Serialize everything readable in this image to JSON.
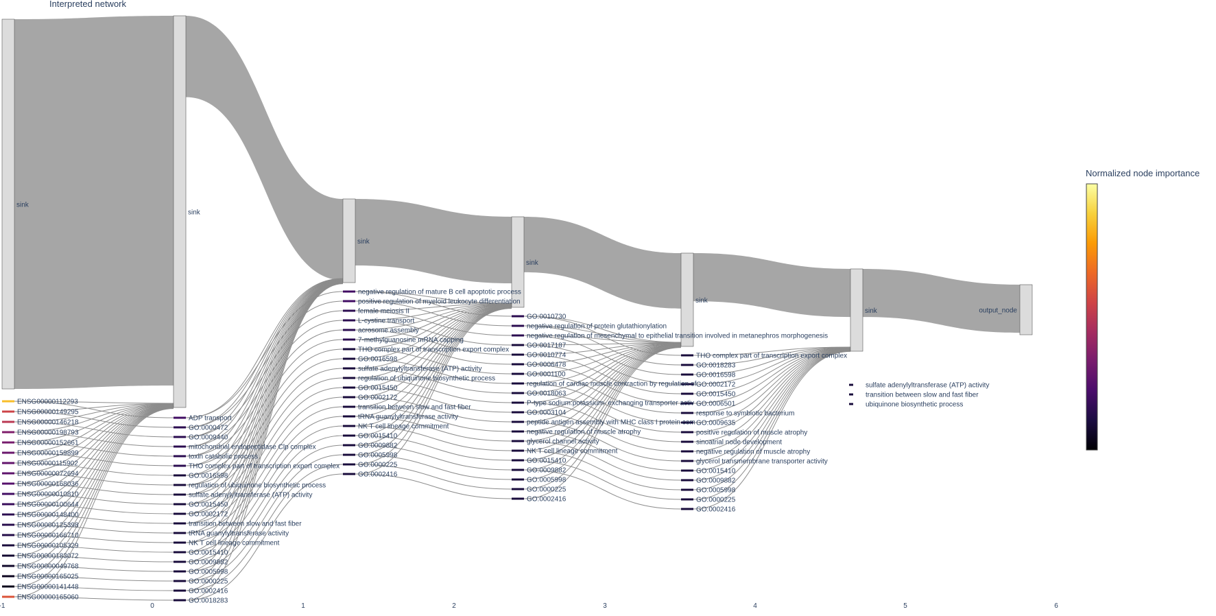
{
  "chart_data": {
    "type": "sankey",
    "title": "Interpreted network",
    "x_ticks": [
      "-1",
      "0",
      "1",
      "2",
      "3",
      "4",
      "5",
      "6"
    ],
    "colorbar": {
      "title": "Normalized node importance",
      "colors": [
        "#000004",
        "#1b0c41",
        "#4a0c6b",
        "#781c6d",
        "#a52c60",
        "#cf4446",
        "#ed6925",
        "#fb9b06",
        "#f7d13d",
        "#fcffa4"
      ]
    },
    "sink_nodes": [
      {
        "id": "sink_-1",
        "label": "sink",
        "layer": -1
      },
      {
        "id": "sink_0",
        "label": "sink",
        "layer": 0
      },
      {
        "id": "sink_1",
        "label": "sink",
        "layer": 1
      },
      {
        "id": "sink_2",
        "label": "sink",
        "layer": 2
      },
      {
        "id": "sink_3",
        "label": "sink",
        "layer": 3
      },
      {
        "id": "sink_4",
        "label": "sink",
        "layer": 4
      }
    ],
    "output_node": {
      "label": "output_node",
      "layer": 5
    },
    "sink_flow": [
      {
        "from": -1,
        "to": 0,
        "weight": 1.0
      },
      {
        "from": 0,
        "to": 1,
        "weight": 0.22
      },
      {
        "from": 1,
        "to": 2,
        "weight": 0.18
      },
      {
        "from": 2,
        "to": 3,
        "weight": 0.15
      },
      {
        "from": 3,
        "to": 4,
        "weight": 0.13
      },
      {
        "from": 4,
        "to": 5,
        "weight": 0.13
      }
    ],
    "layers": [
      {
        "layer": -1,
        "nodes": [
          {
            "label": "ENSG00000112293",
            "importance": 0.85
          },
          {
            "label": "ENSG00000149295",
            "importance": 0.55
          },
          {
            "label": "ENSG00000146218",
            "importance": 0.5
          },
          {
            "label": "ENSG00000198793",
            "importance": 0.35
          },
          {
            "label": "ENSG00000152661",
            "importance": 0.33
          },
          {
            "label": "ENSG00000159899",
            "importance": 0.3
          },
          {
            "label": "ENSG00000115902",
            "importance": 0.28
          },
          {
            "label": "ENSG00000072694",
            "importance": 0.27
          },
          {
            "label": "ENSG00000168036",
            "importance": 0.25
          },
          {
            "label": "ENSG00000010810",
            "importance": 0.2
          },
          {
            "label": "ENSG00000100644",
            "importance": 0.18
          },
          {
            "label": "ENSG00000148400",
            "importance": 0.15
          },
          {
            "label": "ENSG00000125398",
            "importance": 0.14
          },
          {
            "label": "ENSG00000166710",
            "importance": 0.13
          },
          {
            "label": "ENSG00000105329",
            "importance": 0.1
          },
          {
            "label": "ENSG00000183072",
            "importance": 0.08
          },
          {
            "label": "ENSG00000049768",
            "importance": 0.07
          },
          {
            "label": "ENSG00000165025",
            "importance": 0.05
          },
          {
            "label": "ENSG00000141448",
            "importance": 0.04
          },
          {
            "label": "ENSG00000165060",
            "importance": 0.6
          }
        ]
      },
      {
        "layer": 0,
        "nodes": [
          {
            "label": "ADP transport",
            "importance": 0.2
          },
          {
            "label": "GO:0000472",
            "importance": 0.15
          },
          {
            "label": "GO:0009440",
            "importance": 0.15
          },
          {
            "label": "mitochondrial endopeptidase Clp complex",
            "importance": 0.15
          },
          {
            "label": "toxin catabolic process",
            "importance": 0.15
          },
          {
            "label": "THO complex part of transcription export complex",
            "importance": 0.15
          },
          {
            "label": "GO:0016598",
            "importance": 0.1
          },
          {
            "label": "regulation of ubiquinone biosynthetic process",
            "importance": 0.1
          },
          {
            "label": "sulfate adenylyltransferase (ATP) activity",
            "importance": 0.1
          },
          {
            "label": "GO:0015450",
            "importance": 0.1
          },
          {
            "label": "GO:0002172",
            "importance": 0.1
          },
          {
            "label": "transition between slow and fast fiber",
            "importance": 0.1
          },
          {
            "label": "tRNA guanylyltransferase activity",
            "importance": 0.1
          },
          {
            "label": "NK T cell lineage commitment",
            "importance": 0.1
          },
          {
            "label": "GO:0015410",
            "importance": 0.1
          },
          {
            "label": "GO:0009882",
            "importance": 0.1
          },
          {
            "label": "GO:0005998",
            "importance": 0.1
          },
          {
            "label": "GO:0000225",
            "importance": 0.1
          },
          {
            "label": "GO:0002416",
            "importance": 0.1
          },
          {
            "label": "GO:0018283",
            "importance": 0.1
          }
        ]
      },
      {
        "layer": 1,
        "nodes": [
          {
            "label": "negative regulation of mature B cell apoptotic process",
            "importance": 0.2
          },
          {
            "label": "positive regulation of myeloid leukocyte differentiation",
            "importance": 0.2
          },
          {
            "label": "female meiosis II",
            "importance": 0.15
          },
          {
            "label": "L-cystine transport",
            "importance": 0.15
          },
          {
            "label": "acrosome assembly",
            "importance": 0.15
          },
          {
            "label": "7-methylguanosine mRNA capping",
            "importance": 0.15
          },
          {
            "label": "THO complex part of transcription export complex",
            "importance": 0.1
          },
          {
            "label": "GO:0016598",
            "importance": 0.1
          },
          {
            "label": "sulfate adenylyltransferase (ATP) activity",
            "importance": 0.1
          },
          {
            "label": "regulation of ubiquinone biosynthetic process",
            "importance": 0.1
          },
          {
            "label": "GO:0015450",
            "importance": 0.1
          },
          {
            "label": "GO:0002172",
            "importance": 0.1
          },
          {
            "label": "transition between slow and fast fiber",
            "importance": 0.1
          },
          {
            "label": "tRNA guanylyltransferase activity",
            "importance": 0.1
          },
          {
            "label": "NK T cell lineage commitment",
            "importance": 0.1
          },
          {
            "label": "GO:0015410",
            "importance": 0.1
          },
          {
            "label": "GO:0009882",
            "importance": 0.1
          },
          {
            "label": "GO:0005998",
            "importance": 0.1
          },
          {
            "label": "GO:0000225",
            "importance": 0.1
          },
          {
            "label": "GO:0002416",
            "importance": 0.1
          }
        ]
      },
      {
        "layer": 2,
        "nodes": [
          {
            "label": "GO:0010730",
            "importance": 0.15
          },
          {
            "label": "negative regulation of protein glutathionylation",
            "importance": 0.15
          },
          {
            "label": "negative regulation of mesenchymal to epithelial transition involved in metanephros morphogenesis",
            "importance": 0.15
          },
          {
            "label": "GO:0017187",
            "importance": 0.1
          },
          {
            "label": "GO:0010774",
            "importance": 0.1
          },
          {
            "label": "GO:0006478",
            "importance": 0.1
          },
          {
            "label": "GO:0001100",
            "importance": 0.1
          },
          {
            "label": "regulation of cardiac muscle contraction by regulation of",
            "importance": 0.1
          },
          {
            "label": "GO:0018063",
            "importance": 0.1
          },
          {
            "label": "P-type sodium:potassium- exchanging transporter activ",
            "importance": 0.1
          },
          {
            "label": "GO:0003104",
            "importance": 0.1
          },
          {
            "label": "peptide antigen assembly with MHC class I protein com",
            "importance": 0.1
          },
          {
            "label": "negative regulation of muscle atrophy",
            "importance": 0.1
          },
          {
            "label": "glycerol channel activity",
            "importance": 0.1
          },
          {
            "label": "NK T cell lineage commitment",
            "importance": 0.1
          },
          {
            "label": "GO:0015410",
            "importance": 0.1
          },
          {
            "label": "GO:0009882",
            "importance": 0.1
          },
          {
            "label": "GO:0005998",
            "importance": 0.1
          },
          {
            "label": "GO:0000225",
            "importance": 0.1
          },
          {
            "label": "GO:0002416",
            "importance": 0.1
          }
        ]
      },
      {
        "layer": 3,
        "nodes": [
          {
            "label": "THO complex part of transcription export complex",
            "importance": 0.1
          },
          {
            "label": "GO:0018283",
            "importance": 0.1
          },
          {
            "label": "GO:0016598",
            "importance": 0.1
          },
          {
            "label": "GO:0002172",
            "importance": 0.1
          },
          {
            "label": "GO:0015450",
            "importance": 0.1
          },
          {
            "label": "GO:0006501",
            "importance": 0.1
          },
          {
            "label": "response to symbiotic bacterium",
            "importance": 0.1
          },
          {
            "label": "GO:0009635",
            "importance": 0.1
          },
          {
            "label": "positive regulation of muscle atrophy",
            "importance": 0.1
          },
          {
            "label": "sinoatrial node development",
            "importance": 0.1
          },
          {
            "label": "negative regulation of muscle atrophy",
            "importance": 0.1
          },
          {
            "label": "glycerol transmembrane transporter activity",
            "importance": 0.1
          },
          {
            "label": "GO:0015410",
            "importance": 0.1
          },
          {
            "label": "GO:0009882",
            "importance": 0.1
          },
          {
            "label": "GO:0005998",
            "importance": 0.1
          },
          {
            "label": "GO:0000225",
            "importance": 0.1
          },
          {
            "label": "GO:0002416",
            "importance": 0.1
          }
        ]
      }
    ],
    "extra_layer4_labels": [
      {
        "label": "sulfate adenylyltransferase (ATP) activity",
        "importance": 0.1
      },
      {
        "label": "transition between slow and fast fiber",
        "importance": 0.1
      },
      {
        "label": "ubiquinone biosynthetic process",
        "importance": 0.1
      }
    ]
  }
}
